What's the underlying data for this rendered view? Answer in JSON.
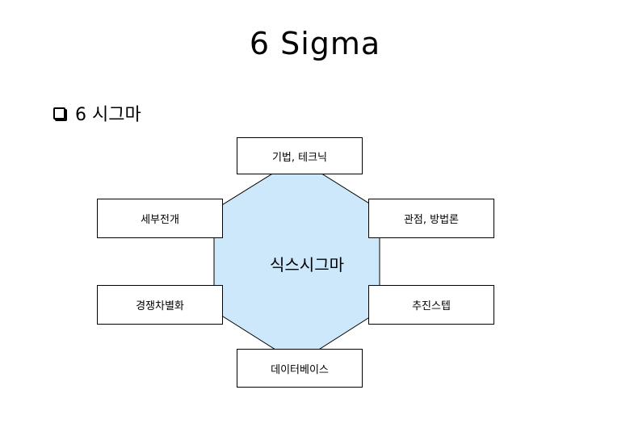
{
  "slide": {
    "title": "6 Sigma",
    "bullet": "6 시그마"
  },
  "diagram": {
    "center": "식스시그마",
    "top": "기법, 테크닉",
    "left_upper": "세부전개",
    "right_upper": "관점, 방법론",
    "left_lower": "경쟁차별화",
    "right_lower": "추진스텝",
    "bottom": "데이터베이스",
    "colors": {
      "hexagon_fill": "#cce8fa",
      "hexagon_stroke": "#000000",
      "box_border": "#000000"
    }
  }
}
